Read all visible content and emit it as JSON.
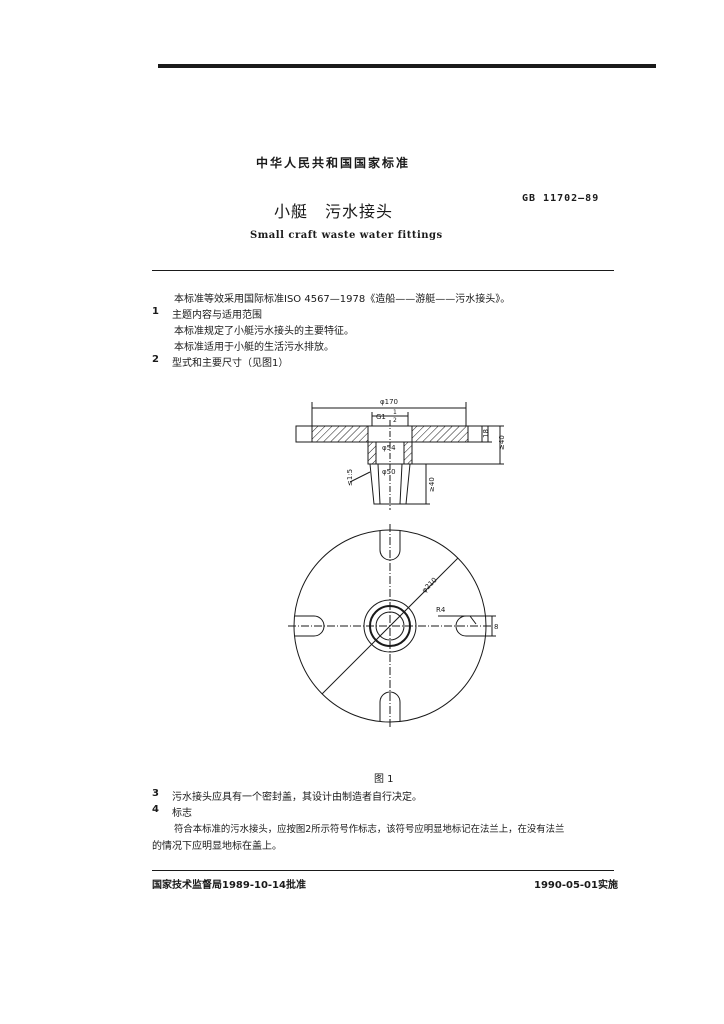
{
  "header": {
    "org": "中华人民共和国国家标准",
    "title_cn": "小艇　污水接头",
    "title_en": "Small craft waste water fittings",
    "std_number": "GB 11702—89"
  },
  "body": {
    "intro": "本标准等效采用国际标准ISO 4567—1978《造船——游艇——污水接头》。",
    "sec1_num": "1",
    "sec1_title": "主题内容与适用范围",
    "sec1_p1": "本标准规定了小艇污水接头的主要特征。",
    "sec1_p2": "本标准适用于小艇的生活污水排放。",
    "sec2_num": "2",
    "sec2_title": "型式和主要尺寸（见图1）",
    "sec3_num": "3",
    "sec3_text": "污水接头应具有一个密封盖，其设计由制造者自行决定。",
    "sec4_num": "4",
    "sec4_title": "标志",
    "sec4_p1": "符合本标准的污水接头，应按图2所示符号作标志，该符号应明显地标记在法兰上，在没有法兰",
    "sec4_p2": "的情况下应明显地标在盖上。"
  },
  "figure": {
    "caption": "图 1",
    "dim_outer": "φ170",
    "dim_thread": "G1 1/2",
    "dim_thread_g": "G1",
    "dim_thread_num": "1",
    "dim_thread_den": "2",
    "dim_flange_h": "18",
    "dim_total_h": "≥40",
    "dim_bore1": "φ54",
    "dim_bore2": "φ50",
    "dim_chamfer": "≤1:5",
    "dim_taper_h": "≥40",
    "dim_bolt_circle": "φ210",
    "dim_radius": "R4",
    "dim_slot": "8"
  },
  "footer": {
    "approval": "国家技术监督局1989-10-14批准",
    "effective": "1990-05-01实施"
  }
}
